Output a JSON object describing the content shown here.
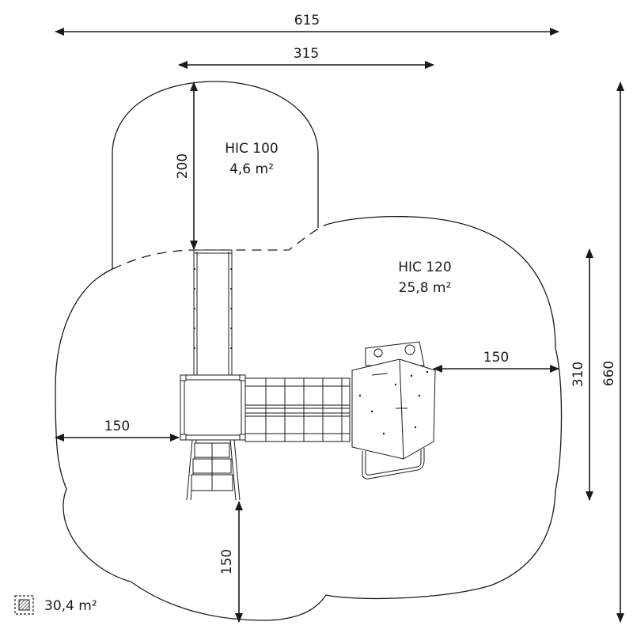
{
  "dimensions": {
    "total_width": "615",
    "top_width": "315",
    "top_depth": "200",
    "right_offset": "150",
    "left_offset": "150",
    "bottom_offset": "150",
    "inner_height": "310",
    "total_height": "660"
  },
  "zones": {
    "hic100": {
      "label": "HIC 100",
      "area": "4,6 m²"
    },
    "hic120": {
      "label": "HIC 120",
      "area": "25,8 m²"
    }
  },
  "legend": {
    "icon": "hatched-square-icon",
    "total_area": "30,4 m²"
  },
  "colors": {
    "line": "#1a1a1a",
    "background": "#ffffff"
  }
}
